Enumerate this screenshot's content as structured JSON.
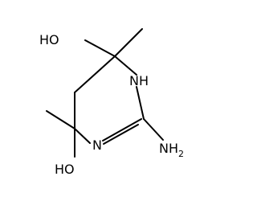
{
  "molecule": {
    "atoms": {
      "oh_top": "HO",
      "nh_ring": "NH",
      "n_ring": "N",
      "nh2_main": "NH",
      "nh2_sub": "2",
      "oh_bottom": "HO"
    }
  },
  "colors": {
    "bond": "#000000",
    "text": "#000000",
    "background": "#ffffff"
  }
}
